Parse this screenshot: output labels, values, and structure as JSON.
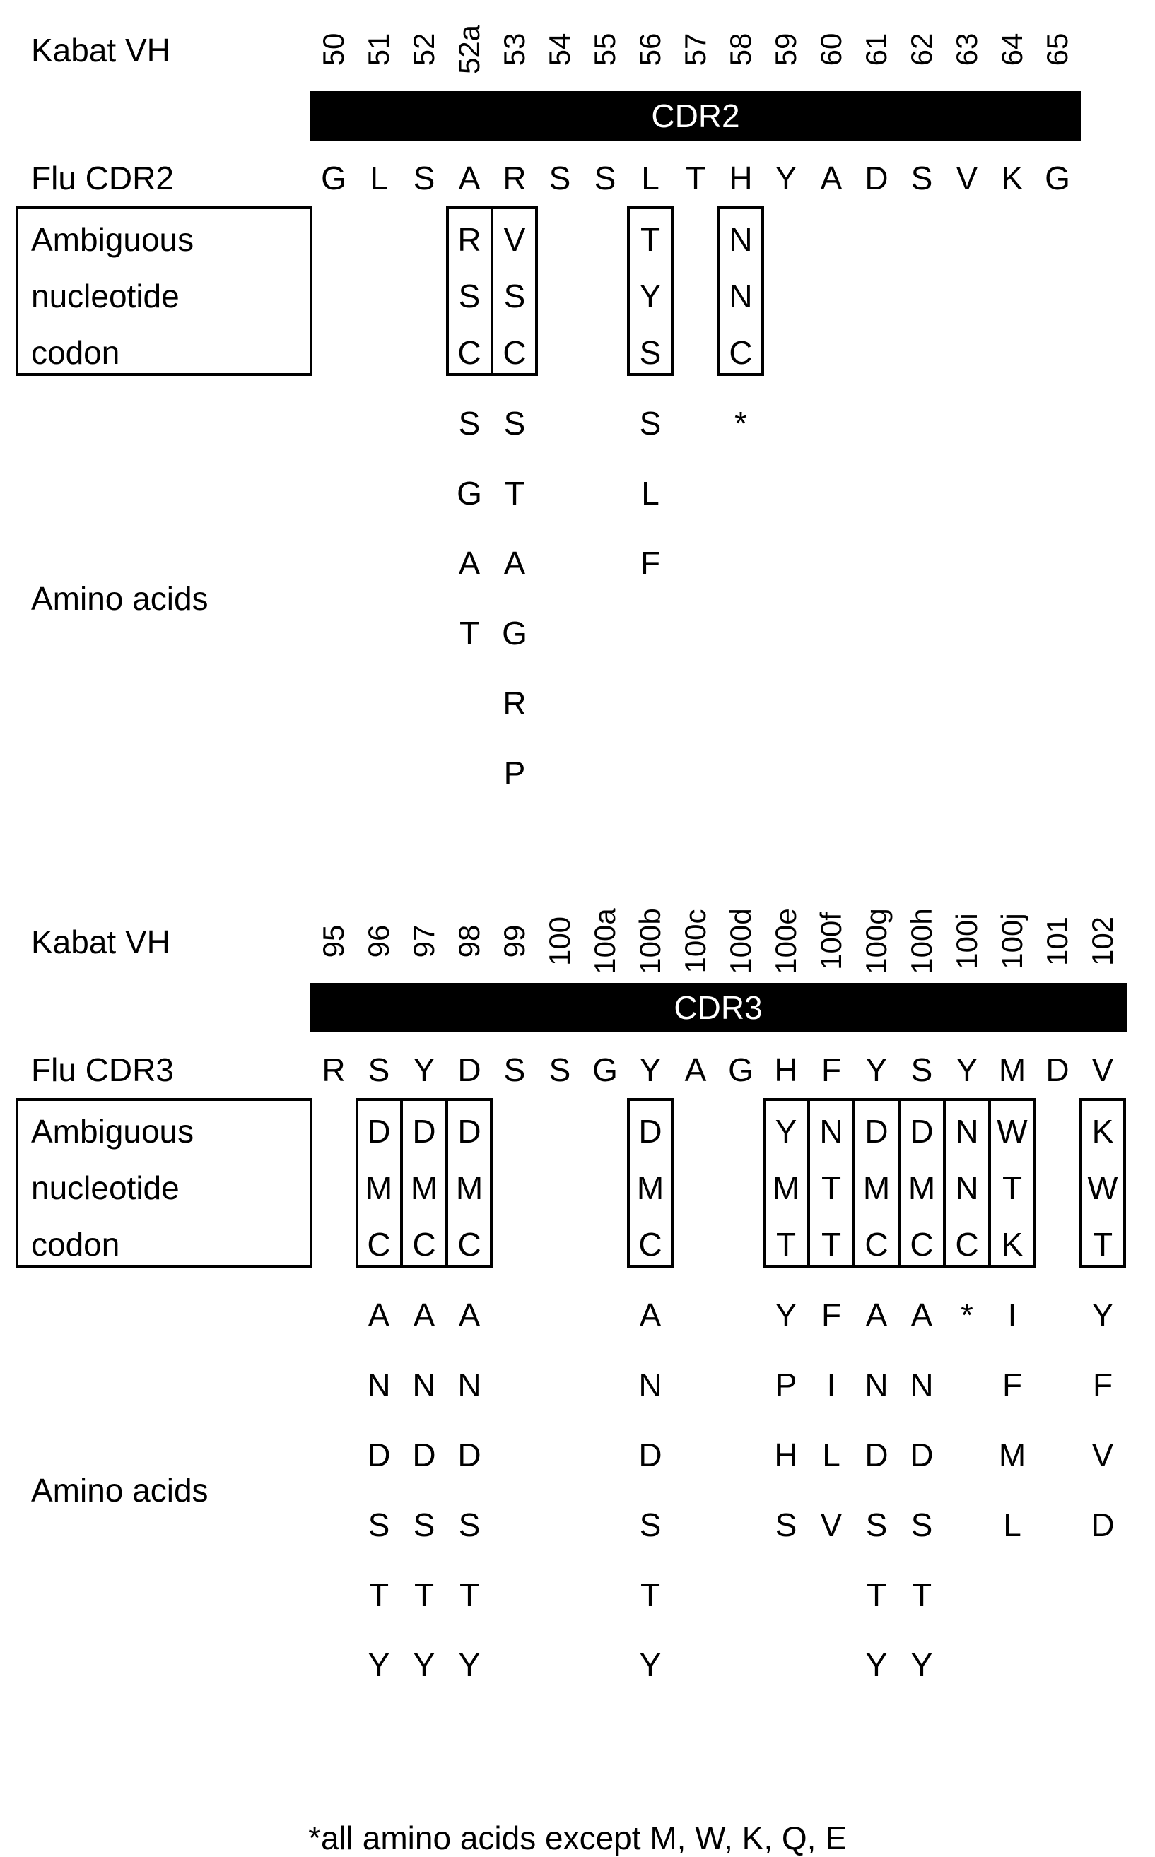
{
  "cdr2": {
    "kabat_label": "Kabat VH",
    "bar_label": "CDR2",
    "seq_label": "Flu CDR2",
    "codon_label": [
      "Ambiguous",
      "nucleotide",
      "codon"
    ],
    "aa_label": "Amino acids",
    "positions": [
      "50",
      "51",
      "52",
      "52a",
      "53",
      "54",
      "55",
      "56",
      "57",
      "58",
      "59",
      "60",
      "61",
      "62",
      "63",
      "64",
      "65"
    ],
    "residues": [
      "G",
      "L",
      "S",
      "A",
      "R",
      "S",
      "S",
      "L",
      "T",
      "H",
      "Y",
      "A",
      "D",
      "S",
      "V",
      "K",
      "G"
    ],
    "codons": [
      {
        "pos": 3,
        "bases": [
          "R",
          "S",
          "C"
        ],
        "aas": [
          "S",
          "G",
          "A",
          "T"
        ]
      },
      {
        "pos": 4,
        "bases": [
          "V",
          "S",
          "C"
        ],
        "aas": [
          "S",
          "T",
          "A",
          "G",
          "R",
          "P"
        ]
      },
      {
        "pos": 7,
        "bases": [
          "T",
          "Y",
          "S"
        ],
        "aas": [
          "S",
          "L",
          "F"
        ]
      },
      {
        "pos": 9,
        "bases": [
          "N",
          "N",
          "C"
        ],
        "aas": [
          "*"
        ]
      }
    ]
  },
  "cdr3": {
    "kabat_label": "Kabat VH",
    "bar_label": "CDR3",
    "seq_label": "Flu CDR3",
    "codon_label": [
      "Ambiguous",
      "nucleotide",
      "codon"
    ],
    "aa_label": "Amino acids",
    "positions": [
      "95",
      "96",
      "97",
      "98",
      "99",
      "100",
      "100a",
      "100b",
      "100c",
      "100d",
      "100e",
      "100f",
      "100g",
      "100h",
      "100i",
      "100j",
      "101",
      "102"
    ],
    "residues": [
      "R",
      "S",
      "Y",
      "D",
      "S",
      "S",
      "G",
      "Y",
      "A",
      "G",
      "H",
      "F",
      "Y",
      "S",
      "Y",
      "M",
      "D",
      "V"
    ],
    "codons": [
      {
        "pos": 1,
        "bases": [
          "D",
          "M",
          "C"
        ],
        "aas": [
          "A",
          "N",
          "D",
          "S",
          "T",
          "Y"
        ]
      },
      {
        "pos": 2,
        "bases": [
          "D",
          "M",
          "C"
        ],
        "aas": [
          "A",
          "N",
          "D",
          "S",
          "T",
          "Y"
        ]
      },
      {
        "pos": 3,
        "bases": [
          "D",
          "M",
          "C"
        ],
        "aas": [
          "A",
          "N",
          "D",
          "S",
          "T",
          "Y"
        ]
      },
      {
        "pos": 7,
        "bases": [
          "D",
          "M",
          "C"
        ],
        "aas": [
          "A",
          "N",
          "D",
          "S",
          "T",
          "Y"
        ]
      },
      {
        "pos": 10,
        "bases": [
          "Y",
          "M",
          "T"
        ],
        "aas": [
          "Y",
          "P",
          "H",
          "S"
        ]
      },
      {
        "pos": 11,
        "bases": [
          "N",
          "T",
          "T"
        ],
        "aas": [
          "F",
          "I",
          "L",
          "V"
        ]
      },
      {
        "pos": 12,
        "bases": [
          "D",
          "M",
          "C"
        ],
        "aas": [
          "A",
          "N",
          "D",
          "S",
          "T",
          "Y"
        ]
      },
      {
        "pos": 13,
        "bases": [
          "D",
          "M",
          "C"
        ],
        "aas": [
          "A",
          "N",
          "D",
          "S",
          "T",
          "Y"
        ]
      },
      {
        "pos": 14,
        "bases": [
          "N",
          "N",
          "C"
        ],
        "aas": [
          "*"
        ]
      },
      {
        "pos": 15,
        "bases": [
          "W",
          "T",
          "K"
        ],
        "aas": [
          "I",
          "F",
          "M",
          "L"
        ]
      },
      {
        "pos": 17,
        "bases": [
          "K",
          "W",
          "T"
        ],
        "aas": [
          "Y",
          "F",
          "V",
          "D"
        ]
      }
    ]
  },
  "footnote": "*all amino acids except M, W, K, Q, E"
}
